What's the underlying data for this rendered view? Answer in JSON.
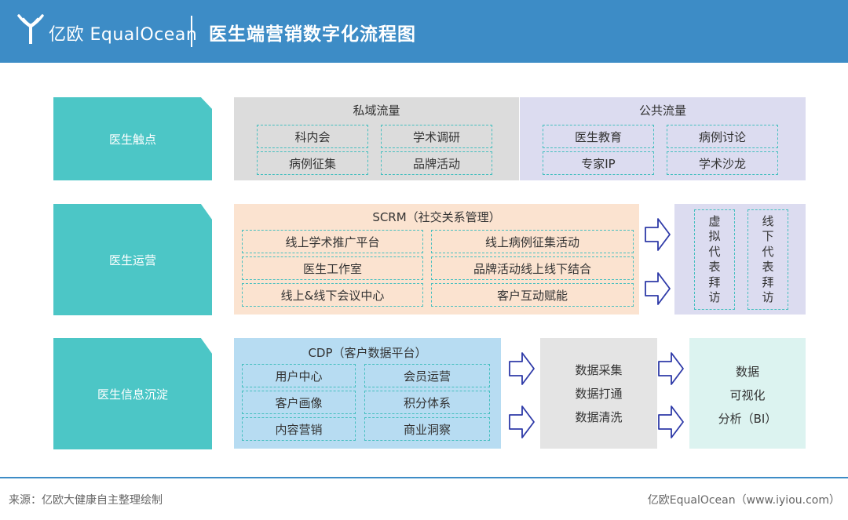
{
  "header": {
    "logo_text": "亿欧 EqualOcean",
    "title": "医生端营销数字化流程图"
  },
  "rows": {
    "touchpoint": {
      "label": "医生触点"
    },
    "operation": {
      "label": "医生运营"
    },
    "info": {
      "label": "医生信息沉淀"
    }
  },
  "private_traffic": {
    "title": "私域流量",
    "items": [
      "科内会",
      "学术调研",
      "病例征集",
      "品牌活动"
    ]
  },
  "public_traffic": {
    "title": "公共流量",
    "items": [
      "医生教育",
      "病例讨论",
      "专家IP",
      "学术沙龙"
    ]
  },
  "scrm": {
    "title": "SCRM（社交关系管理）",
    "items": [
      "线上学术推广平台",
      "线上病例征集活动",
      "医生工作室",
      "品牌活动线上线下结合",
      "线上&线下会议中心",
      "客户互动赋能"
    ]
  },
  "reps": {
    "virtual": "虚拟代表拜访",
    "offline": "线下代表拜访"
  },
  "cdp": {
    "title": "CDP（客户数据平台）",
    "items": [
      "用户中心",
      "会员运营",
      "客户画像",
      "积分体系",
      "内容营销",
      "商业洞察"
    ]
  },
  "data_processing": {
    "lines": [
      "数据采集",
      "数据打通",
      "数据清洗"
    ]
  },
  "visualization": {
    "lines": [
      "数据",
      "可视化",
      "分析（BI）"
    ]
  },
  "footer": {
    "source": "来源：亿欧大健康自主整理绘制",
    "brand": "亿欧EqualOcean（www.iyiou.com）"
  },
  "colors": {
    "header_blue": "#3d8cc6",
    "label_teal": "#4cc6c6",
    "private_gray": "#dcdcdc",
    "public_lavender": "#dcdcf0",
    "scrm_peach": "#fbe3d0",
    "cdp_blue": "#b7dcf2",
    "processing_gray": "#e4e4e4",
    "viz_mint": "#dcf3f0",
    "dash_teal": "#45bfbf",
    "arrow_navy": "#2e3aa8"
  }
}
